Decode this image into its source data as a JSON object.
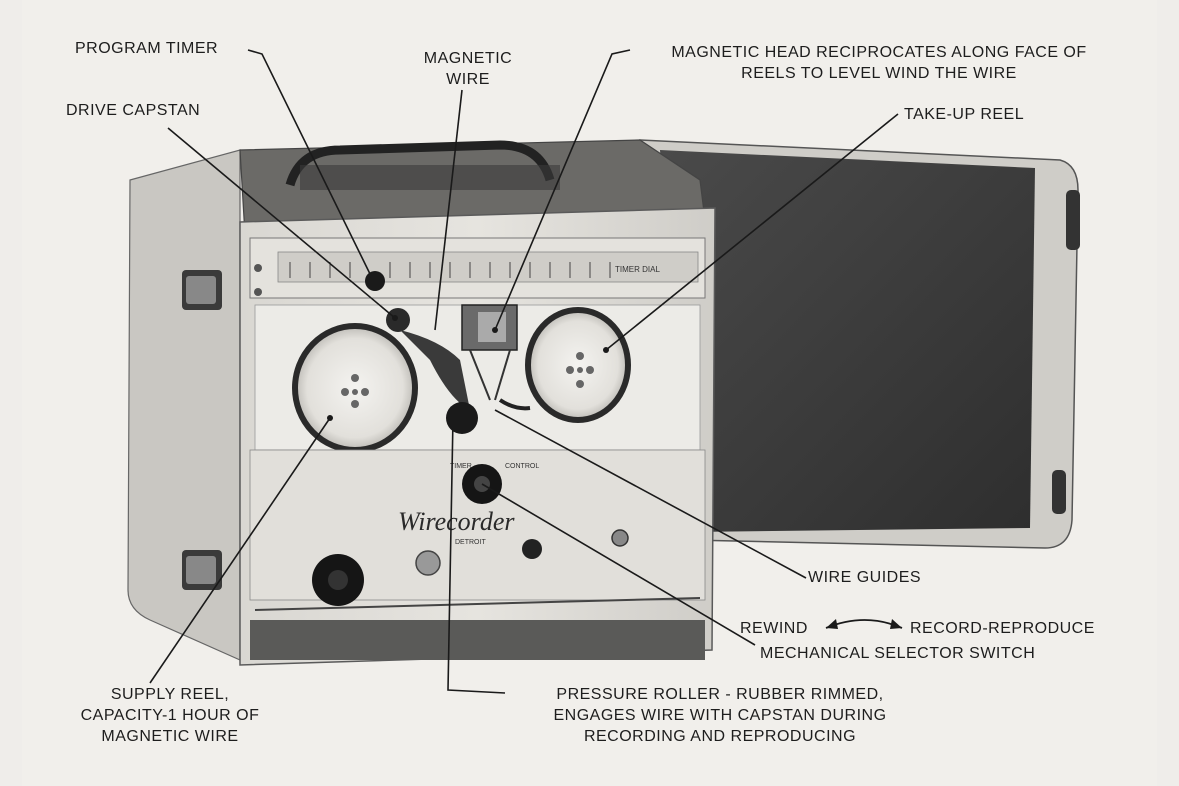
{
  "labels": {
    "program_timer": "PROGRAM TIMER",
    "magnetic_wire": [
      "MAGNETIC",
      "WIRE"
    ],
    "magnetic_head": [
      "MAGNETIC HEAD RECIPROCATES ALONG FACE OF",
      "REELS TO LEVEL WIND THE WIRE"
    ],
    "drive_capstan": "DRIVE CAPSTAN",
    "take_up_reel": "TAKE-UP REEL",
    "wire_guides": "WIRE GUIDES",
    "rewind": "REWIND",
    "record_reproduce": "RECORD-REPRODUCE",
    "mechanical_selector_switch": "MECHANICAL SELECTOR SWITCH",
    "supply_reel": [
      "SUPPLY REEL,",
      "CAPACITY-1 HOUR OF",
      "MAGNETIC WIRE"
    ],
    "pressure_roller": [
      "PRESSURE ROLLER - RUBBER RIMMED,",
      "ENGAGES WIRE WITH CAPSTAN DURING",
      "RECORDING AND REPRODUCING"
    ]
  },
  "device": {
    "brand_script": "Wirecorder",
    "brand_sub": "DETROIT",
    "timer_label": "TIMER DIAL",
    "knob_label_left": "TIMER",
    "knob_label_right": "CONTROL"
  },
  "colors": {
    "case_light": "#dcdad5",
    "case_dark": "#3c3c3c",
    "line": "#1a1a1a"
  }
}
